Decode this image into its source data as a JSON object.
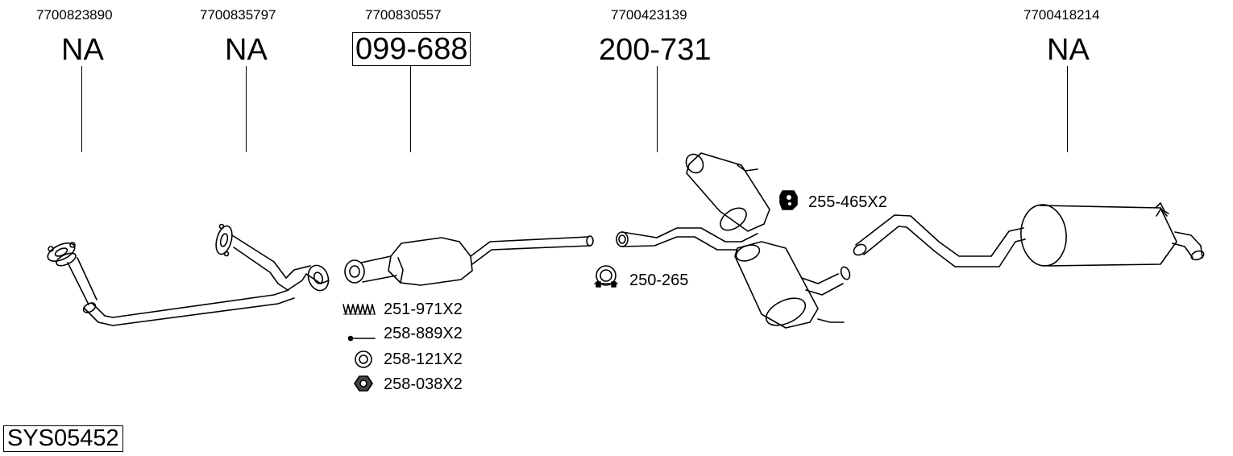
{
  "parts": [
    {
      "oem": "7700823890",
      "code": "NA",
      "boxed": false
    },
    {
      "oem": "7700835797",
      "code": "NA",
      "boxed": false
    },
    {
      "oem": "7700830557",
      "code": "099-688",
      "boxed": true
    },
    {
      "oem": "7700423139",
      "code": "200-731",
      "boxed": false
    },
    {
      "oem": "7700418214",
      "code": "NA",
      "boxed": false
    }
  ],
  "accessories": [
    {
      "label": "255-465X2",
      "icon": "rubber-hanger-icon"
    },
    {
      "label": "250-265",
      "icon": "exhaust-clamp-icon"
    },
    {
      "label": "251-971X2",
      "icon": "spring-icon"
    },
    {
      "label": "258-889X2",
      "icon": "bolt-icon"
    },
    {
      "label": "258-121X2",
      "icon": "gasket-ring-icon"
    },
    {
      "label": "258-038X2",
      "icon": "nut-icon"
    }
  ],
  "system_code": "SYS05452"
}
